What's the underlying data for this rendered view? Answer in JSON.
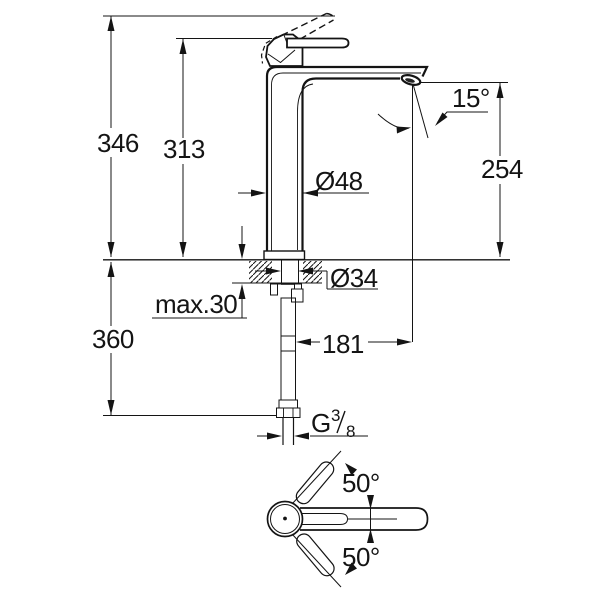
{
  "page": {
    "background": "#ffffff",
    "ink": "#141414",
    "title": "faucet-technical-dimension-drawing"
  },
  "side_view": {
    "total_height": "346",
    "height_to_lever": "313",
    "spout_outlet_height": "254",
    "body_diameter": "Ø48",
    "mounting_hole_diameter": "Ø34",
    "max_deck_thickness": "max.30",
    "supply_hose_length": "360",
    "spout_reach": "181",
    "aerator_angle": "15°",
    "thread": {
      "prefix": "G",
      "numerator": "3",
      "denominator": "8"
    }
  },
  "top_view": {
    "swivel_angle_upper": "50°",
    "swivel_angle_lower": "50°"
  }
}
